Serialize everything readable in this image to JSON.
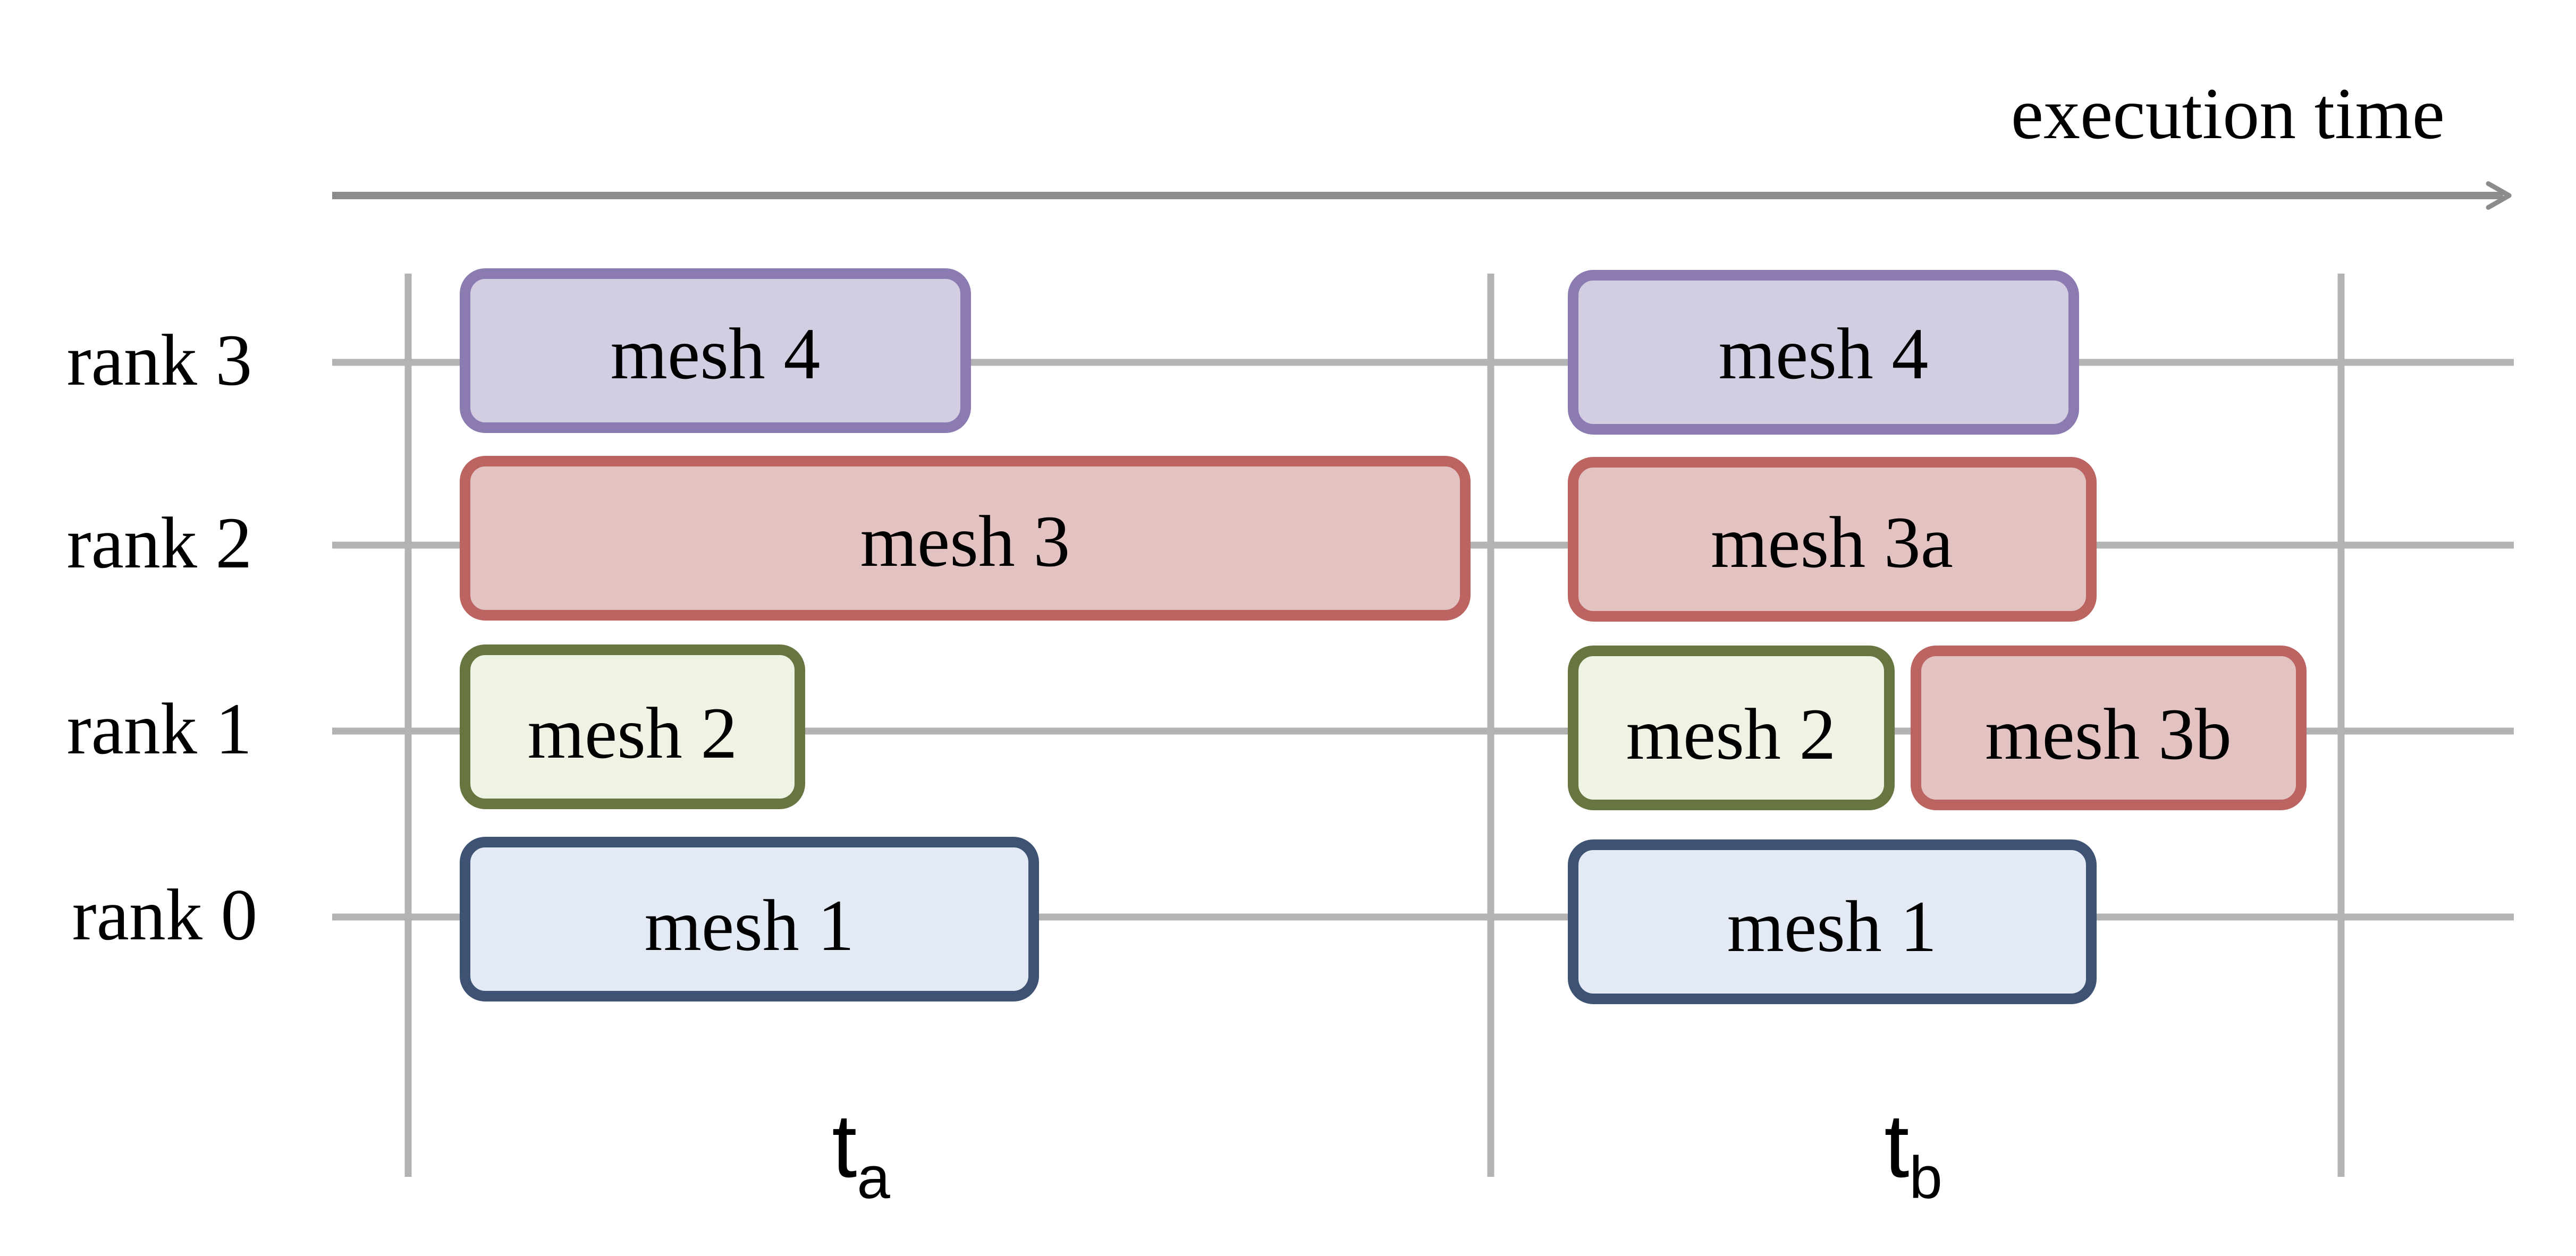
{
  "axis": {
    "label": "execution time"
  },
  "ranks": [
    {
      "id": 3,
      "label": "rank 3"
    },
    {
      "id": 2,
      "label": "rank 2"
    },
    {
      "id": 1,
      "label": "rank 1"
    },
    {
      "id": 0,
      "label": "rank 0"
    }
  ],
  "phases": [
    {
      "main": "t",
      "sub": "a"
    },
    {
      "main": "t",
      "sub": "b"
    }
  ],
  "colors": {
    "grid": "#b3b3b3",
    "axis": "#8c8c8c",
    "text": "#000000",
    "purple_fill": "#d3cde2",
    "purple_stroke": "#8b7bb1",
    "red_fill": "#e3c3c2",
    "red_stroke": "#bb6461",
    "green_fill": "#eff3e4",
    "green_stroke": "#677640",
    "blue_fill": "#e4eaf5",
    "blue_stroke": "#3e5374"
  },
  "phase_a_meshes": [
    {
      "label": "mesh 4",
      "rank": 3,
      "color": "purple"
    },
    {
      "label": "mesh 3",
      "rank": 2,
      "color": "red"
    },
    {
      "label": "mesh 2",
      "rank": 1,
      "color": "green"
    },
    {
      "label": "mesh 1",
      "rank": 0,
      "color": "blue"
    }
  ],
  "phase_b_meshes": [
    {
      "label": "mesh 4",
      "rank": 3,
      "color": "purple"
    },
    {
      "label": "mesh 3a",
      "rank": 2,
      "color": "red"
    },
    {
      "label": "mesh 2",
      "rank": 1,
      "color": "green"
    },
    {
      "label": "mesh 3b",
      "rank": 1,
      "color": "red"
    },
    {
      "label": "mesh 1",
      "rank": 0,
      "color": "blue"
    }
  ]
}
